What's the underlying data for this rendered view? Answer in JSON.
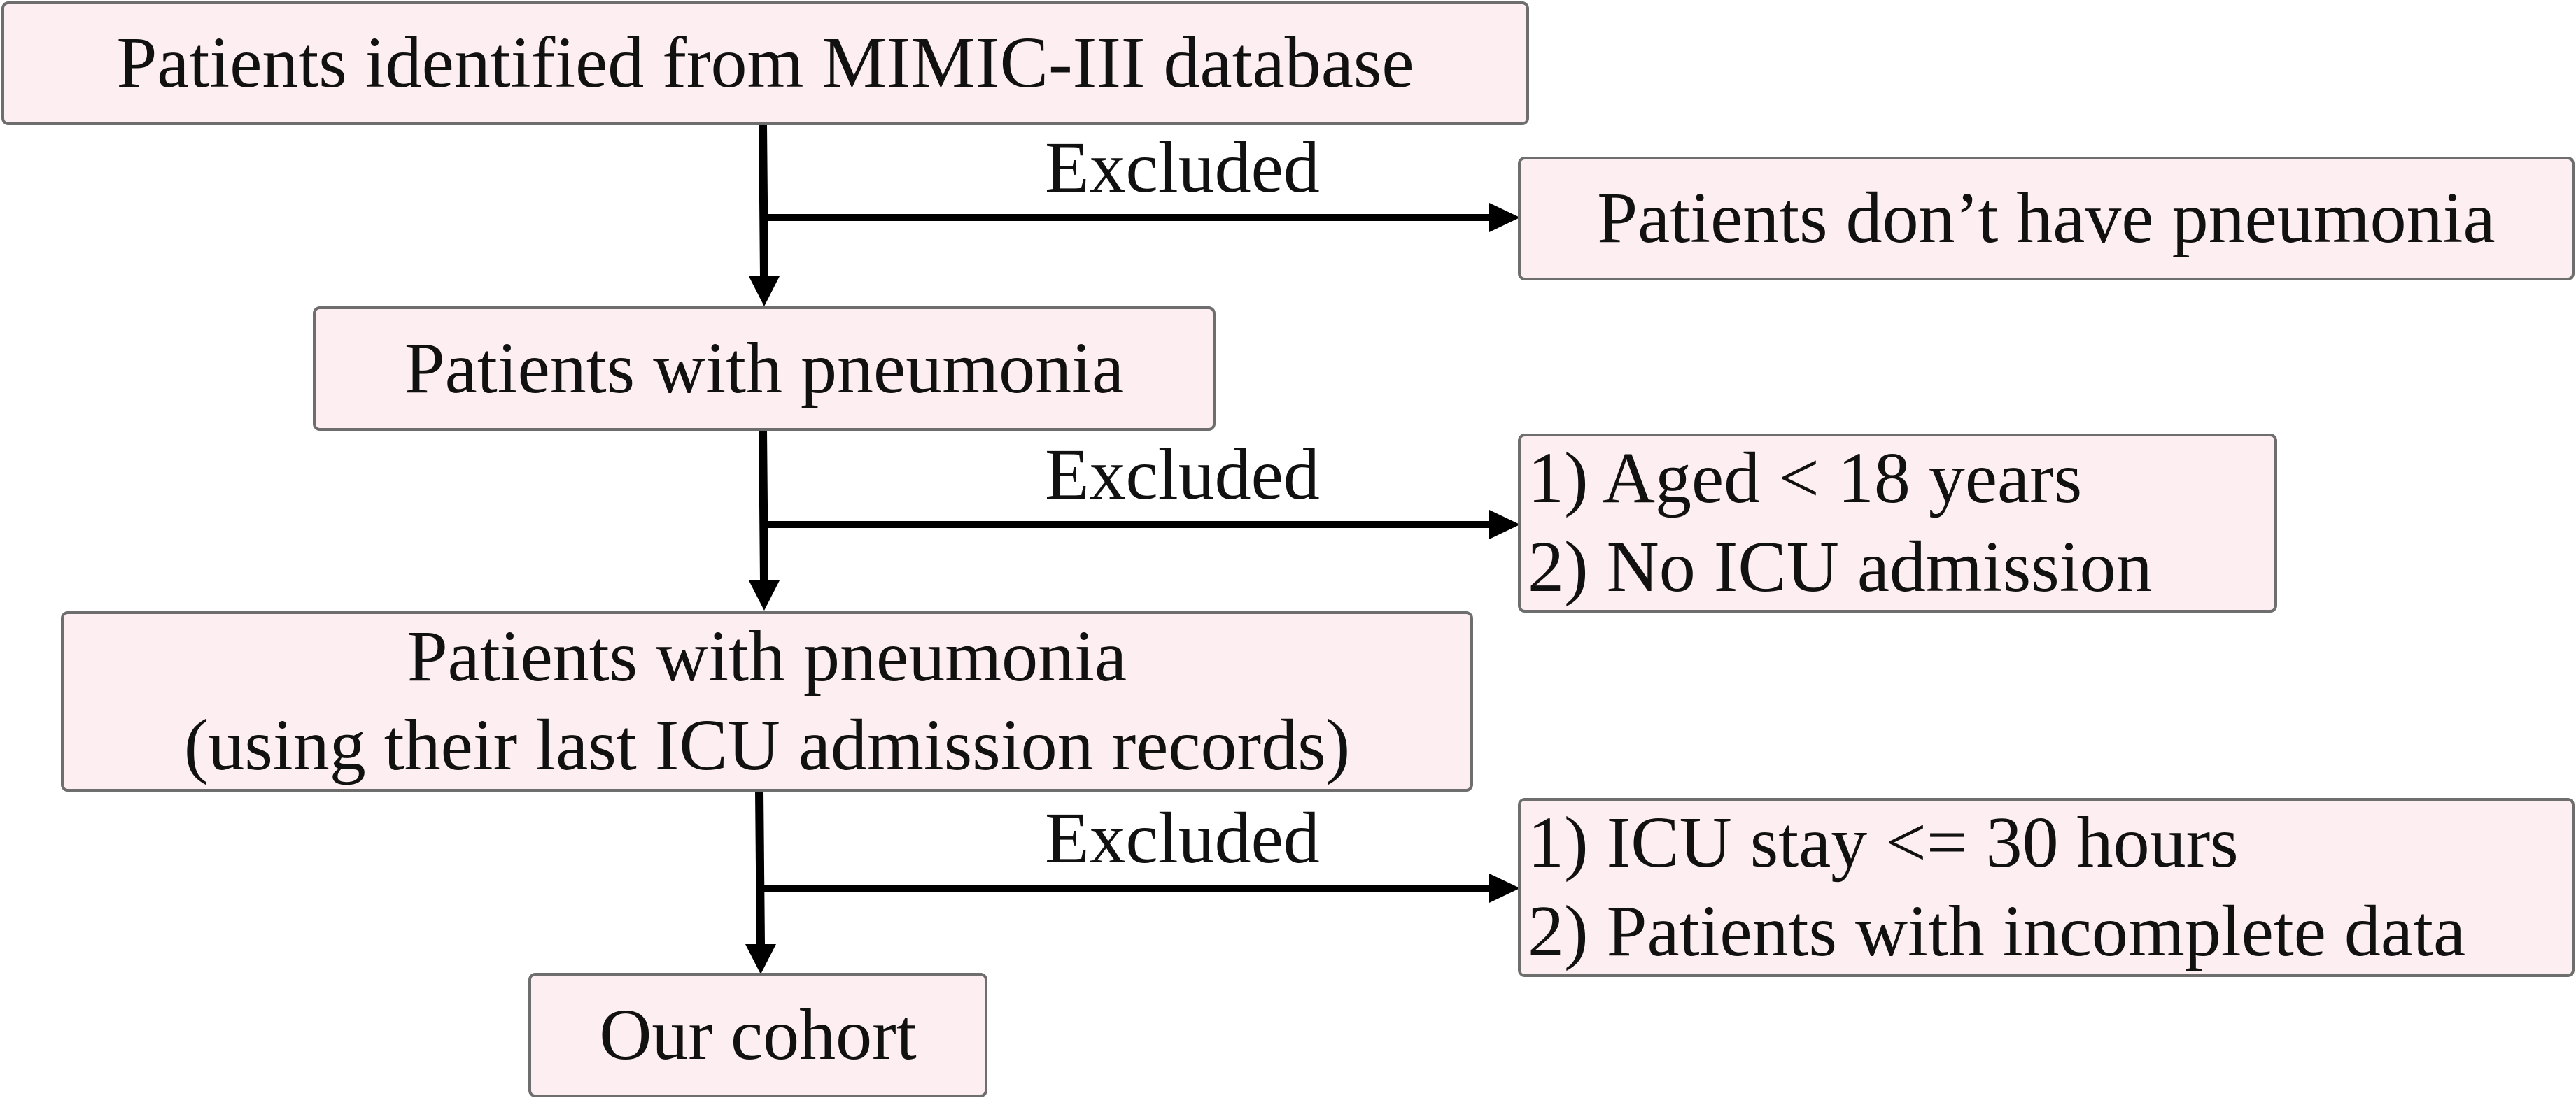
{
  "colors": {
    "box_fill": "#fdeef2",
    "box_border": "#6e6e6e",
    "arrow": "#000000",
    "text": "#111111"
  },
  "main_flow": {
    "step1": "Patients identified from MIMIC-III database",
    "step2": "Patients with pneumonia",
    "step3": {
      "line1": "Patients with pneumonia",
      "line2": "(using their last ICU admission records)"
    },
    "step4": "Our cohort"
  },
  "exclusions": {
    "excl1": {
      "label": "Excluded",
      "text": "Patients don’t have pneumonia"
    },
    "excl2": {
      "label": "Excluded",
      "line1": "1) Aged < 18 years",
      "line2": "2) No ICU admission"
    },
    "excl3": {
      "label": "Excluded",
      "line1": "1) ICU stay <= 30 hours",
      "line2": "2) Patients with incomplete data"
    }
  }
}
